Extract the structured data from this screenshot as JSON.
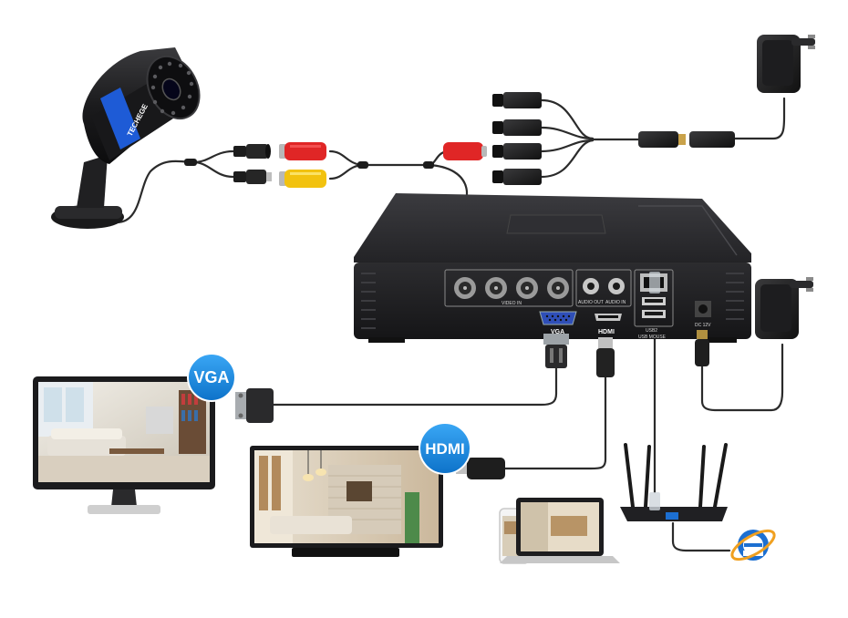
{
  "camera": {
    "brand": "TECHEGE"
  },
  "dvr": {
    "video_in_label": "VIDEO IN",
    "audio_out_label": "AUDIO OUT",
    "audio_in_label": "AUDIO IN",
    "vga_label": "VGA",
    "hdmi_label": "HDMI",
    "usb_label": "USB2",
    "usb_mouse_label": "USB MOUSE",
    "dc_label": "DC 12V"
  },
  "badges": {
    "vga": "VGA",
    "hdmi": "HDMI"
  },
  "colors": {
    "badge_blue": "#1a8fe6",
    "rca_red": "#e02626",
    "rca_yellow": "#f2c20f",
    "camera_ring": "#1e5bd6",
    "dvr_body": "#2a2a2d",
    "cable": "#2b2b2b",
    "ie_blue": "#1c6fd1",
    "ie_orange": "#f0a020"
  }
}
